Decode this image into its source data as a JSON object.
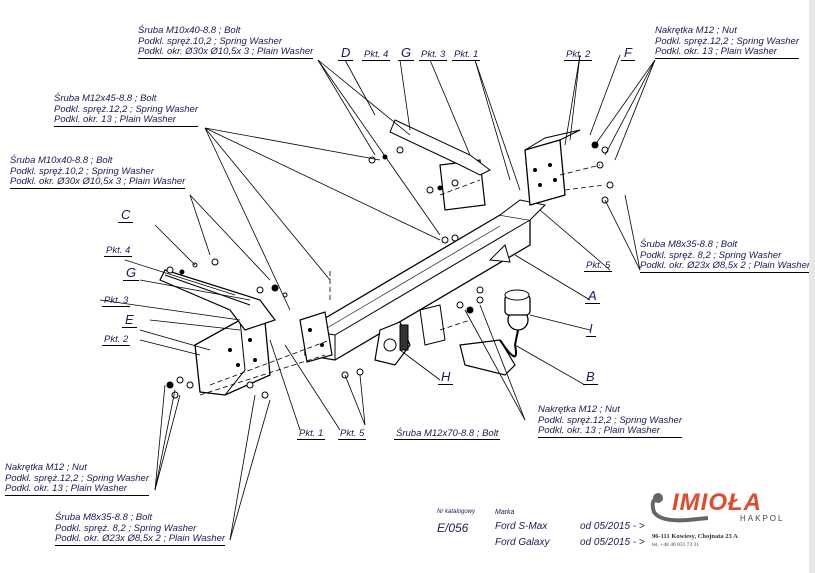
{
  "diagram": {
    "type": "exploded-view assembly drawing",
    "subject": "Tow bar (hak holowniczy) mounting"
  },
  "callouts": {
    "top_left_bolt": {
      "lines": [
        "Śruba M10x40-8.8 ;  Bolt",
        "Podkl. spręż.10,2 ; Spring Washer",
        "Podkl. okr. Ø30x Ø10,5x 3 ; Plain Washer"
      ]
    },
    "top_right_nut": {
      "lines": [
        "Nakrętka  M12 ; Nut",
        "Podkl. spręż.12,2 ; Spring Washer",
        "Podkl. okr. 13 ; Plain Washer"
      ]
    },
    "left_bolt_m12": {
      "lines": [
        "Śruba M12x45-8.8 ;  Bolt",
        "Podkl. spręż.12,2 ; Spring Washer",
        "Podkl. okr. 13 ; Plain Washer"
      ]
    },
    "left_bolt_m10": {
      "lines": [
        "Śruba M10x40-8.8 ;  Bolt",
        "Podkl. spręż.10,2 ; Spring Washer",
        "Podkl. okr. Ø30x Ø10,5x 3 ; Plain Washer"
      ]
    },
    "right_bolt_m8": {
      "lines": [
        "Śruba M8x35-8.8 ;  Bolt",
        "Podkl. spręż. 8,2 ; Spring Washer",
        "Podkl. okr. Ø23x Ø8,5x 2 ; Plain Washer"
      ]
    },
    "center_nut": {
      "lines": [
        "Nakrętka  M12 ; Nut",
        "Podkl. spręż.12,2 ; Spring Washer",
        "Podkl. okr.  13 ; Plain Washer"
      ]
    },
    "bottom_left_nut": {
      "lines": [
        "Nakrętka  M12 ; Nut",
        "Podkl. spręż.12,2 ; Spring Washer",
        "Podkl. okr. 13 ; Plain Washer"
      ]
    },
    "bottom_left_bolt": {
      "lines": [
        "Śruba M8x35-8.8 ;  Bolt",
        "Podkl. spręż. 8,2 ; Spring Washer",
        "Podkl. okr. Ø23x Ø8,5x 2 ; Plain Washer"
      ]
    },
    "bottom_bolt_m12x70": "Śruba M12x70-8.8 ; Bolt"
  },
  "tags": {
    "pkt1": "Pkt. 1",
    "pkt2": "Pkt. 2",
    "pkt3": "Pkt. 3",
    "pkt4": "Pkt. 4",
    "pkt5": "Pkt. 5"
  },
  "letters": {
    "A": "A",
    "B": "B",
    "C": "C",
    "D": "D",
    "E": "E",
    "F": "F",
    "G": "G",
    "H": "H",
    "I": "I"
  },
  "title_block": {
    "catalog_label": "Nr katalogowy",
    "catalog_number": "E/056",
    "brand_label": "Marka",
    "models": [
      {
        "name": "Ford S-Max",
        "from": "od 05/2015 - >"
      },
      {
        "name": "Ford Galaxy",
        "from": "od 05/2015 - >"
      }
    ]
  },
  "company": {
    "logo_text": "IMIOŁA",
    "sub_brand": "HAKPOL",
    "address": "96-111 Kowiesy, Chojnata 23 A",
    "phone": "tel. +48 46 831 73 31",
    "brand_color": "#e34a2a"
  }
}
